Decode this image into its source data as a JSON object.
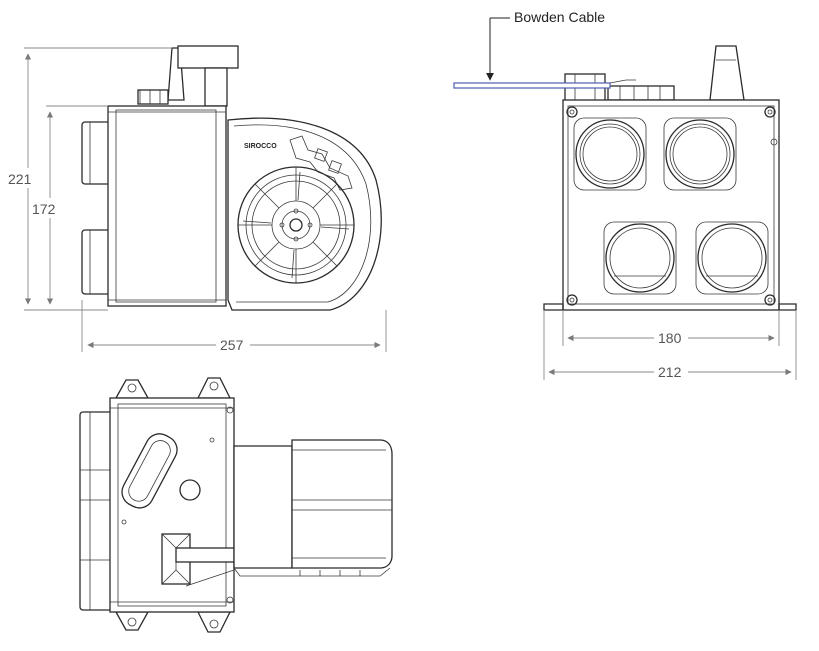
{
  "labels": {
    "cable": "Bowden Cable",
    "brand": "SIROCCO"
  },
  "dimensions": {
    "side_height_outer": "221",
    "side_height_inner": "172",
    "side_width": "257",
    "front_inner_width": "180",
    "front_outer_width": "212"
  },
  "colors": {
    "line": "#2b2b2b",
    "dimension": "#8a8a8a",
    "cable": "#4a5fb0"
  }
}
